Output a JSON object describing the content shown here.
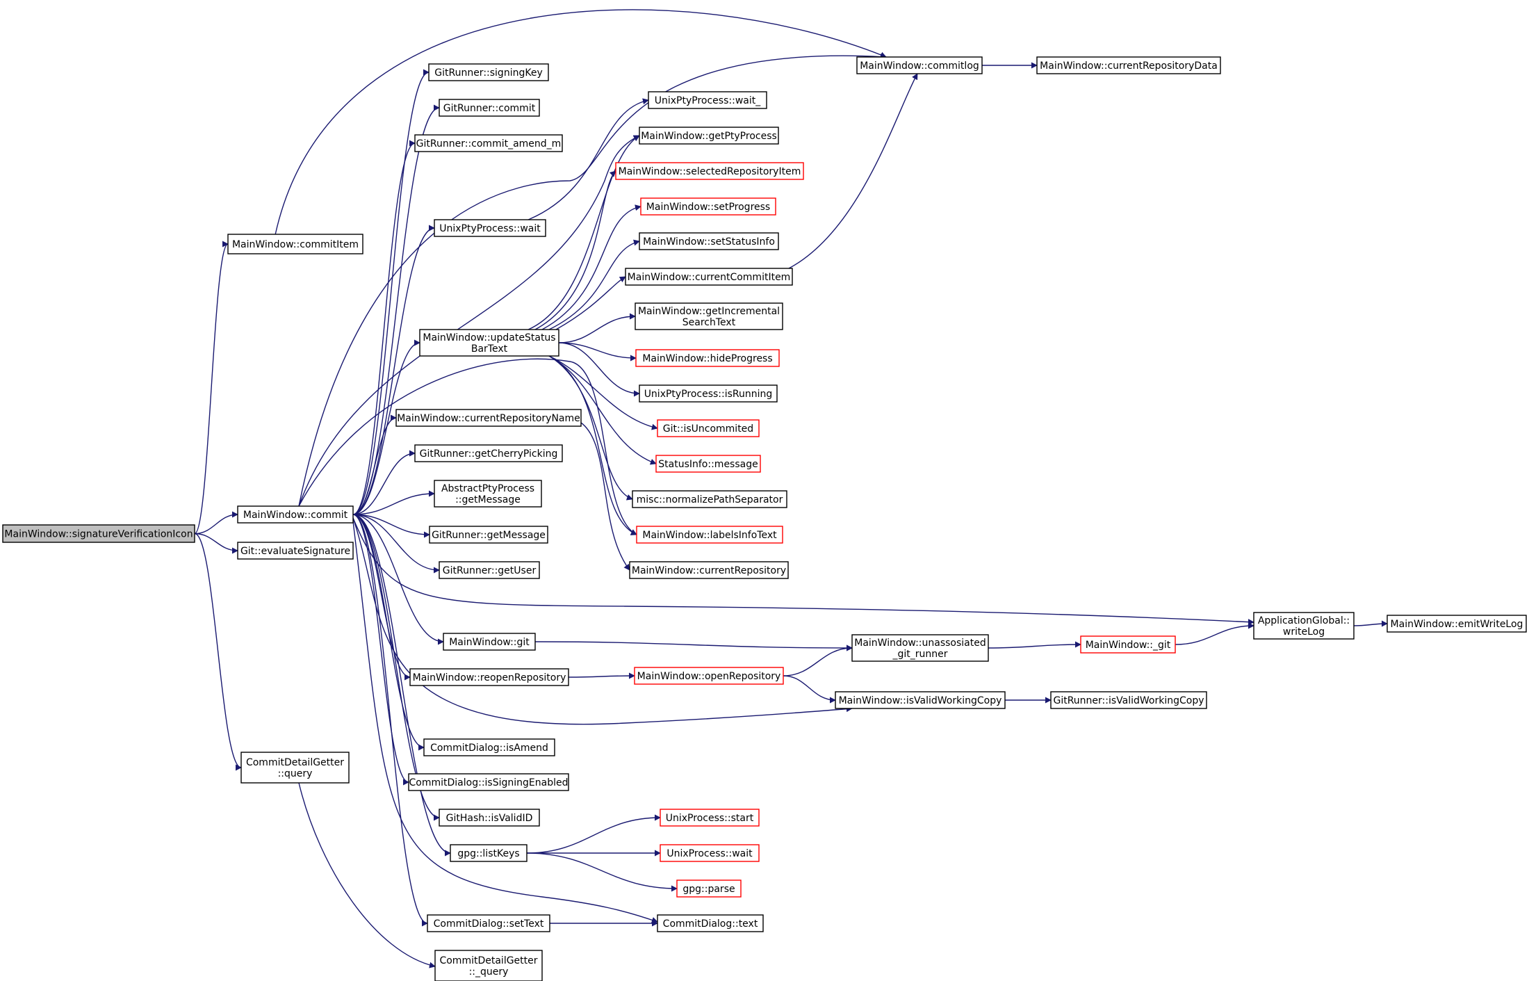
{
  "diagram": {
    "colors": {
      "edge": "#191970",
      "border_normal": "#000000",
      "border_truncated": "#ff0000",
      "fill_normal": "#ffffff",
      "fill_root": "#bfbfbf"
    },
    "nodes": [
      {
        "id": "sig",
        "lines": [
          "MainWindow::signatureVerificationIcon"
        ],
        "style": "root"
      },
      {
        "id": "commitItem",
        "lines": [
          "MainWindow::commitItem"
        ],
        "style": "normal"
      },
      {
        "id": "commit",
        "lines": [
          "MainWindow::commit"
        ],
        "style": "normal"
      },
      {
        "id": "evalSig",
        "lines": [
          "Git::evaluateSignature"
        ],
        "style": "normal"
      },
      {
        "id": "cdgQuery",
        "lines": [
          "CommitDetailGetter",
          "::query"
        ],
        "style": "normal"
      },
      {
        "id": "signingKey",
        "lines": [
          "GitRunner::signingKey"
        ],
        "style": "normal"
      },
      {
        "id": "grCommit",
        "lines": [
          "GitRunner::commit"
        ],
        "style": "normal"
      },
      {
        "id": "amend",
        "lines": [
          "GitRunner::commit_amend_m"
        ],
        "style": "normal"
      },
      {
        "id": "uppWait",
        "lines": [
          "UnixPtyProcess::wait"
        ],
        "style": "normal"
      },
      {
        "id": "updStatus",
        "lines": [
          "MainWindow::updateStatus",
          "BarText"
        ],
        "style": "normal"
      },
      {
        "id": "curRepoName",
        "lines": [
          "MainWindow::currentRepositoryName"
        ],
        "style": "normal"
      },
      {
        "id": "cherry",
        "lines": [
          "GitRunner::getCherryPicking"
        ],
        "style": "normal"
      },
      {
        "id": "absMsg",
        "lines": [
          "AbstractPtyProcess",
          "::getMessage"
        ],
        "style": "normal"
      },
      {
        "id": "grMsg",
        "lines": [
          "GitRunner::getMessage"
        ],
        "style": "normal"
      },
      {
        "id": "grUser",
        "lines": [
          "GitRunner::getUser"
        ],
        "style": "normal"
      },
      {
        "id": "mwGit",
        "lines": [
          "MainWindow::git"
        ],
        "style": "normal"
      },
      {
        "id": "reopen",
        "lines": [
          "MainWindow::reopenRepository"
        ],
        "style": "normal"
      },
      {
        "id": "isAmend",
        "lines": [
          "CommitDialog::isAmend"
        ],
        "style": "normal"
      },
      {
        "id": "isSigning",
        "lines": [
          "CommitDialog::isSigningEnabled"
        ],
        "style": "normal"
      },
      {
        "id": "validID",
        "lines": [
          "GitHash::isValidID"
        ],
        "style": "normal"
      },
      {
        "id": "listKeys",
        "lines": [
          "gpg::listKeys"
        ],
        "style": "normal"
      },
      {
        "id": "setText",
        "lines": [
          "CommitDialog::setText"
        ],
        "style": "normal"
      },
      {
        "id": "cdgQ",
        "lines": [
          "CommitDetailGetter",
          "::_query"
        ],
        "style": "normal"
      },
      {
        "id": "commitlog",
        "lines": [
          "MainWindow::commitlog"
        ],
        "style": "normal"
      },
      {
        "id": "curRepoData",
        "lines": [
          "MainWindow::currentRepositoryData"
        ],
        "style": "normal"
      },
      {
        "id": "uppWait_",
        "lines": [
          "UnixPtyProcess::wait_"
        ],
        "style": "normal"
      },
      {
        "id": "getPty",
        "lines": [
          "MainWindow::getPtyProcess"
        ],
        "style": "normal"
      },
      {
        "id": "selRepoItem",
        "lines": [
          "MainWindow::selectedRepositoryItem"
        ],
        "style": "truncated"
      },
      {
        "id": "setProgress",
        "lines": [
          "MainWindow::setProgress"
        ],
        "style": "truncated"
      },
      {
        "id": "setStatusInfo",
        "lines": [
          "MainWindow::setStatusInfo"
        ],
        "style": "normal"
      },
      {
        "id": "curCommitItem",
        "lines": [
          "MainWindow::currentCommitItem"
        ],
        "style": "normal"
      },
      {
        "id": "incSearch",
        "lines": [
          "MainWindow::getIncremental",
          "SearchText"
        ],
        "style": "normal"
      },
      {
        "id": "hideProgress",
        "lines": [
          "MainWindow::hideProgress"
        ],
        "style": "truncated"
      },
      {
        "id": "isRunning",
        "lines": [
          "UnixPtyProcess::isRunning"
        ],
        "style": "normal"
      },
      {
        "id": "isUncommited",
        "lines": [
          "Git::isUncommited"
        ],
        "style": "truncated"
      },
      {
        "id": "siMessage",
        "lines": [
          "StatusInfo::message"
        ],
        "style": "truncated"
      },
      {
        "id": "normPath",
        "lines": [
          "misc::normalizePathSeparator"
        ],
        "style": "normal"
      },
      {
        "id": "labelsInfo",
        "lines": [
          "MainWindow::labelsInfoText"
        ],
        "style": "truncated"
      },
      {
        "id": "curRepo",
        "lines": [
          "MainWindow::currentRepository"
        ],
        "style": "normal"
      },
      {
        "id": "writeLog",
        "lines": [
          "ApplicationGlobal::",
          "writeLog"
        ],
        "style": "normal"
      },
      {
        "id": "emitWriteLog",
        "lines": [
          "MainWindow::emitWriteLog"
        ],
        "style": "normal"
      },
      {
        "id": "unassoc",
        "lines": [
          "MainWindow::unassosiated",
          "_git_runner"
        ],
        "style": "normal"
      },
      {
        "id": "mw_git",
        "lines": [
          "MainWindow::_git"
        ],
        "style": "truncated"
      },
      {
        "id": "openRepo",
        "lines": [
          "MainWindow::openRepository"
        ],
        "style": "truncated"
      },
      {
        "id": "isValidWC",
        "lines": [
          "MainWindow::isValidWorkingCopy"
        ],
        "style": "normal"
      },
      {
        "id": "grIsValidWC",
        "lines": [
          "GitRunner::isValidWorkingCopy"
        ],
        "style": "normal"
      },
      {
        "id": "upStart",
        "lines": [
          "UnixProcess::start"
        ],
        "style": "truncated"
      },
      {
        "id": "upWait",
        "lines": [
          "UnixProcess::wait"
        ],
        "style": "truncated"
      },
      {
        "id": "gpgParse",
        "lines": [
          "gpg::parse"
        ],
        "style": "truncated"
      },
      {
        "id": "cdText",
        "lines": [
          "CommitDialog::text"
        ],
        "style": "normal"
      }
    ],
    "edges": [
      [
        "sig",
        "commitItem"
      ],
      [
        "sig",
        "commit"
      ],
      [
        "sig",
        "evalSig"
      ],
      [
        "sig",
        "cdgQuery"
      ],
      [
        "commitItem",
        "commitlog"
      ],
      [
        "commit",
        "signingKey"
      ],
      [
        "commit",
        "grCommit"
      ],
      [
        "commit",
        "amend"
      ],
      [
        "commit",
        "commitlog"
      ],
      [
        "commit",
        "uppWait"
      ],
      [
        "commit",
        "getPty"
      ],
      [
        "commit",
        "updStatus"
      ],
      [
        "commit",
        "labelsInfo"
      ],
      [
        "commit",
        "curRepoName"
      ],
      [
        "commit",
        "cherry"
      ],
      [
        "commit",
        "absMsg"
      ],
      [
        "commit",
        "grMsg"
      ],
      [
        "commit",
        "grUser"
      ],
      [
        "commit",
        "writeLog"
      ],
      [
        "commit",
        "mwGit"
      ],
      [
        "commit",
        "reopen"
      ],
      [
        "commit",
        "isValidWC"
      ],
      [
        "commit",
        "isAmend"
      ],
      [
        "commit",
        "isSigning"
      ],
      [
        "commit",
        "validID"
      ],
      [
        "commit",
        "listKeys"
      ],
      [
        "commit",
        "cdText"
      ],
      [
        "commit",
        "setText"
      ],
      [
        "cdgQuery",
        "cdgQ"
      ],
      [
        "uppWait",
        "uppWait_"
      ],
      [
        "updStatus",
        "getPty"
      ],
      [
        "updStatus",
        "selRepoItem"
      ],
      [
        "updStatus",
        "setProgress"
      ],
      [
        "updStatus",
        "setStatusInfo"
      ],
      [
        "updStatus",
        "curCommitItem"
      ],
      [
        "updStatus",
        "incSearch"
      ],
      [
        "updStatus",
        "hideProgress"
      ],
      [
        "updStatus",
        "isRunning"
      ],
      [
        "updStatus",
        "isUncommited"
      ],
      [
        "updStatus",
        "siMessage"
      ],
      [
        "updStatus",
        "normPath"
      ],
      [
        "updStatus",
        "labelsInfo"
      ],
      [
        "curRepoName",
        "curRepo"
      ],
      [
        "curCommitItem",
        "commitlog"
      ],
      [
        "commitlog",
        "curRepoData"
      ],
      [
        "mwGit",
        "unassoc"
      ],
      [
        "reopen",
        "openRepo"
      ],
      [
        "openRepo",
        "unassoc"
      ],
      [
        "openRepo",
        "isValidWC"
      ],
      [
        "unassoc",
        "mw_git"
      ],
      [
        "mw_git",
        "writeLog"
      ],
      [
        "writeLog",
        "emitWriteLog"
      ],
      [
        "isValidWC",
        "grIsValidWC"
      ],
      [
        "listKeys",
        "upStart"
      ],
      [
        "listKeys",
        "upWait"
      ],
      [
        "listKeys",
        "gpgParse"
      ],
      [
        "setText",
        "cdText"
      ]
    ]
  }
}
